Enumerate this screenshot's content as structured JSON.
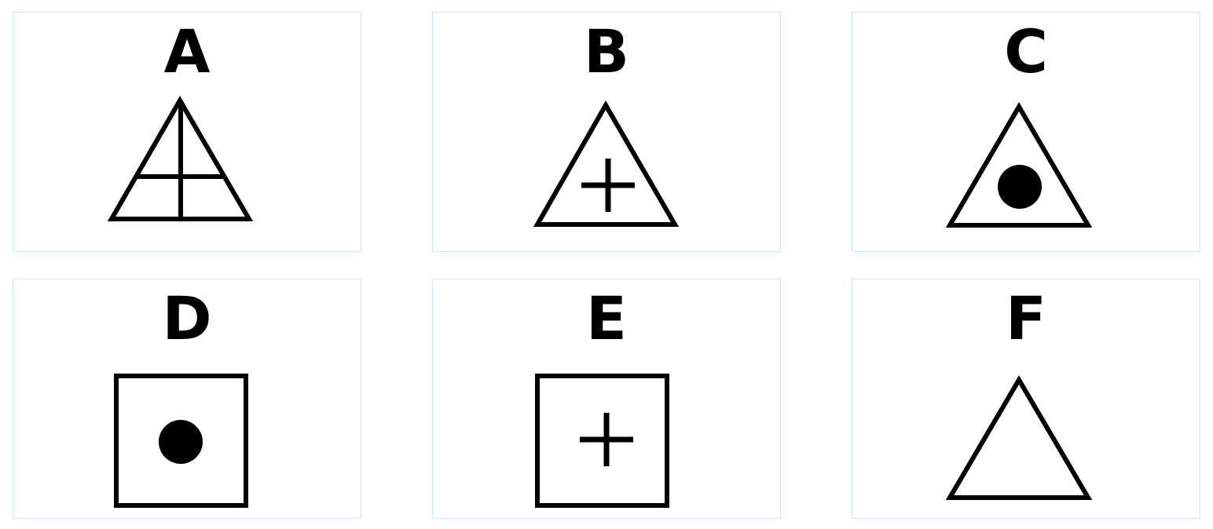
{
  "options": [
    {
      "label": "A",
      "shape": "triangle",
      "inner": "cross-lines"
    },
    {
      "label": "B",
      "shape": "triangle",
      "inner": "plus"
    },
    {
      "label": "C",
      "shape": "triangle",
      "inner": "dot"
    },
    {
      "label": "D",
      "shape": "square",
      "inner": "dot"
    },
    {
      "label": "E",
      "shape": "square",
      "inner": "plus"
    },
    {
      "label": "F",
      "shape": "triangle",
      "inner": "none"
    }
  ],
  "colors": {
    "stroke": "#000000",
    "card_border": "#cfe6f7",
    "background": "#ffffff"
  }
}
